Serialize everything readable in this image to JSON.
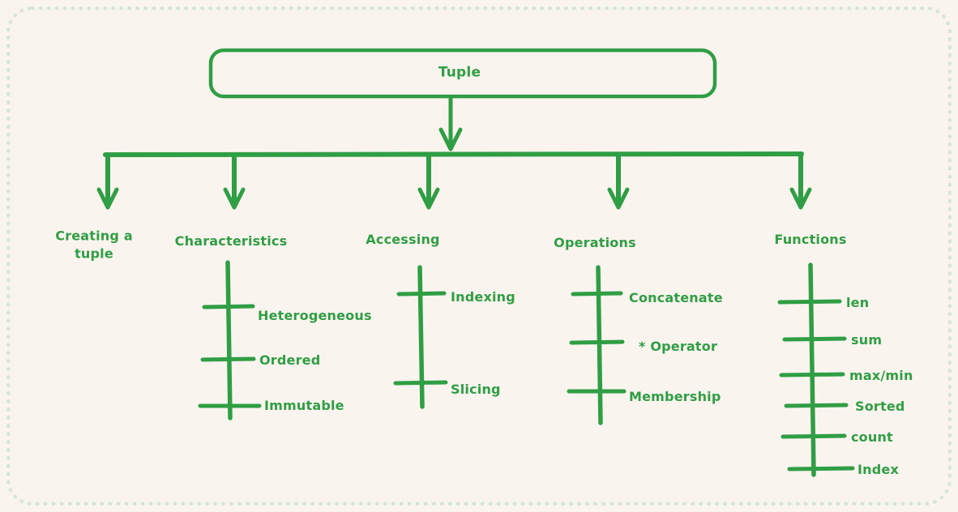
{
  "diagram": {
    "root": {
      "label": "Tuple"
    },
    "branches": [
      {
        "label": "Creating a tuple",
        "items": []
      },
      {
        "label": "Characteristics",
        "items": [
          "Heterogeneous",
          "Ordered",
          "Immutable"
        ]
      },
      {
        "label": "Accessing",
        "items": [
          "Indexing",
          "Slicing"
        ]
      },
      {
        "label": "Operations",
        "items": [
          "Concatenate",
          "* Operator",
          "Membership"
        ]
      },
      {
        "label": "Functions",
        "items": [
          "len",
          "sum",
          "max/min",
          "Sorted",
          "count",
          "Index"
        ]
      }
    ],
    "colors": {
      "stroke": "#2f9e44",
      "background": "#faf4ee",
      "border_dots": "#d5e6d5"
    }
  }
}
